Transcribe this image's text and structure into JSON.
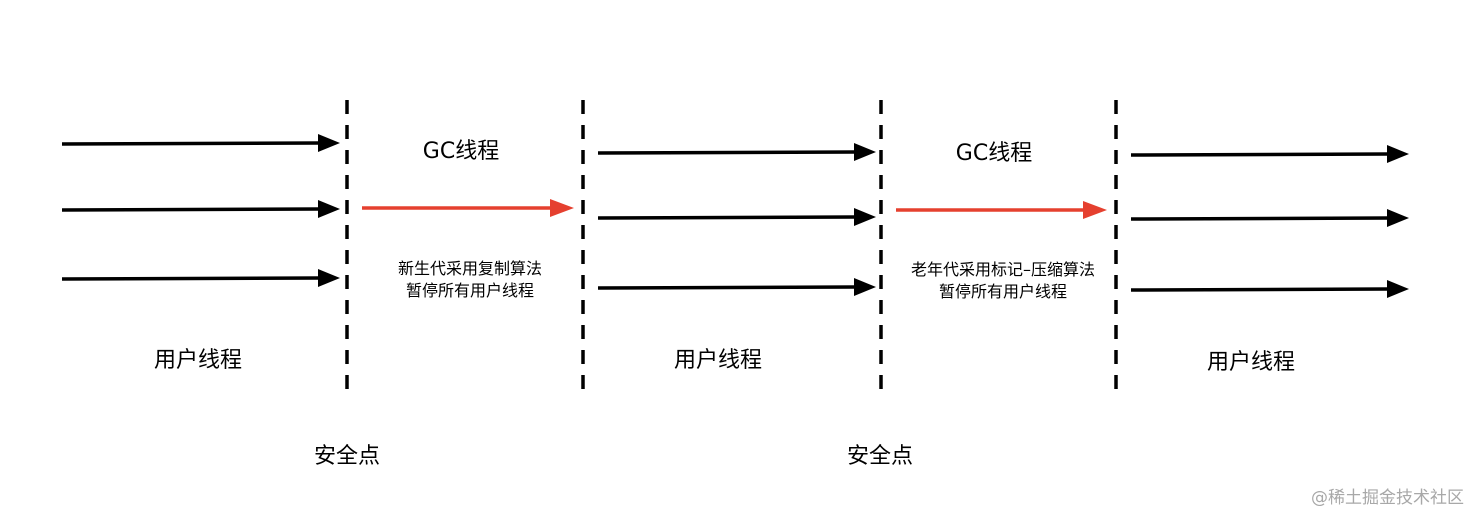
{
  "labels": {
    "gc_thread_1": "GC线程",
    "gc_thread_2": "GC线程",
    "user_threads_1": "用户线程",
    "user_threads_2": "用户线程",
    "user_threads_3": "用户线程",
    "young_gen_line1": "新生代采用复制算法",
    "young_gen_line2": "暂停所有用户线程",
    "old_gen_line1": "老年代采用标记–压缩算法",
    "old_gen_line2": "暂停所有用户线程",
    "safepoint_1": "安全点",
    "safepoint_2": "安全点",
    "watermark": "@稀土掘金技术社区"
  },
  "colors": {
    "user_arrow": "#000000",
    "gc_arrow": "#e5402f",
    "divider": "#000000",
    "watermark": "#a8a8a8"
  }
}
